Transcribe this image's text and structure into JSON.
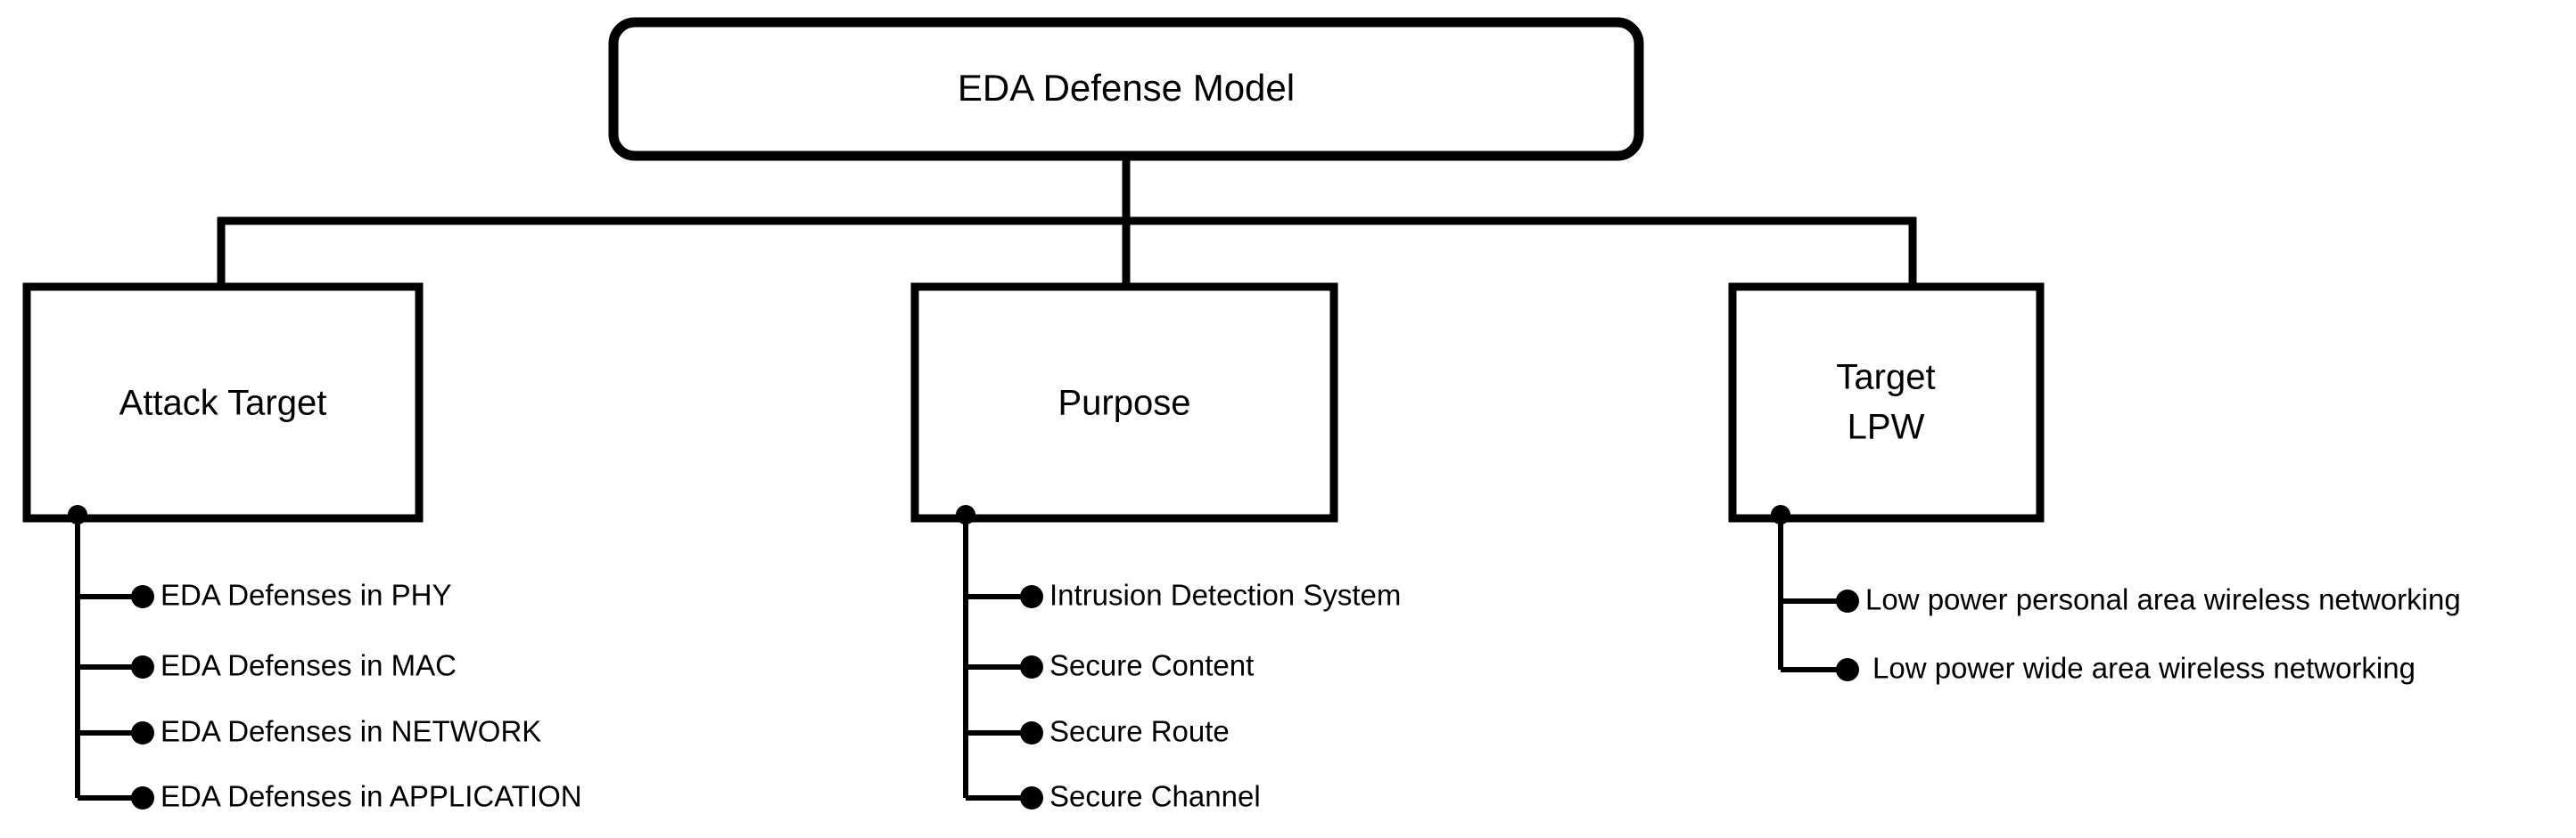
{
  "diagram": {
    "type": "tree-hierarchy",
    "title": "EDA Defense Model",
    "background_color": "#ffffff",
    "line_color": "#000000",
    "text_color": "#000000",
    "root": {
      "label": "EDA Defense Model",
      "shape": "rounded-rectangle"
    },
    "branches": [
      {
        "label": "Attack Target",
        "shape": "rectangle",
        "leaves": [
          "EDA Defenses in PHY",
          "EDA Defenses in MAC",
          "EDA Defenses in NETWORK",
          "EDA Defenses in APPLICATION"
        ]
      },
      {
        "label": "Purpose",
        "shape": "rectangle",
        "leaves": [
          "Intrusion Detection System",
          "Secure Content",
          "Secure Route",
          "Secure Channel"
        ]
      },
      {
        "label": "Target LPW",
        "label_line_1": "Target",
        "label_line_2": "LPW",
        "shape": "rectangle",
        "leaves": [
          "Low power personal area wireless networking",
          "Low power wide area wireless networking"
        ]
      }
    ]
  }
}
